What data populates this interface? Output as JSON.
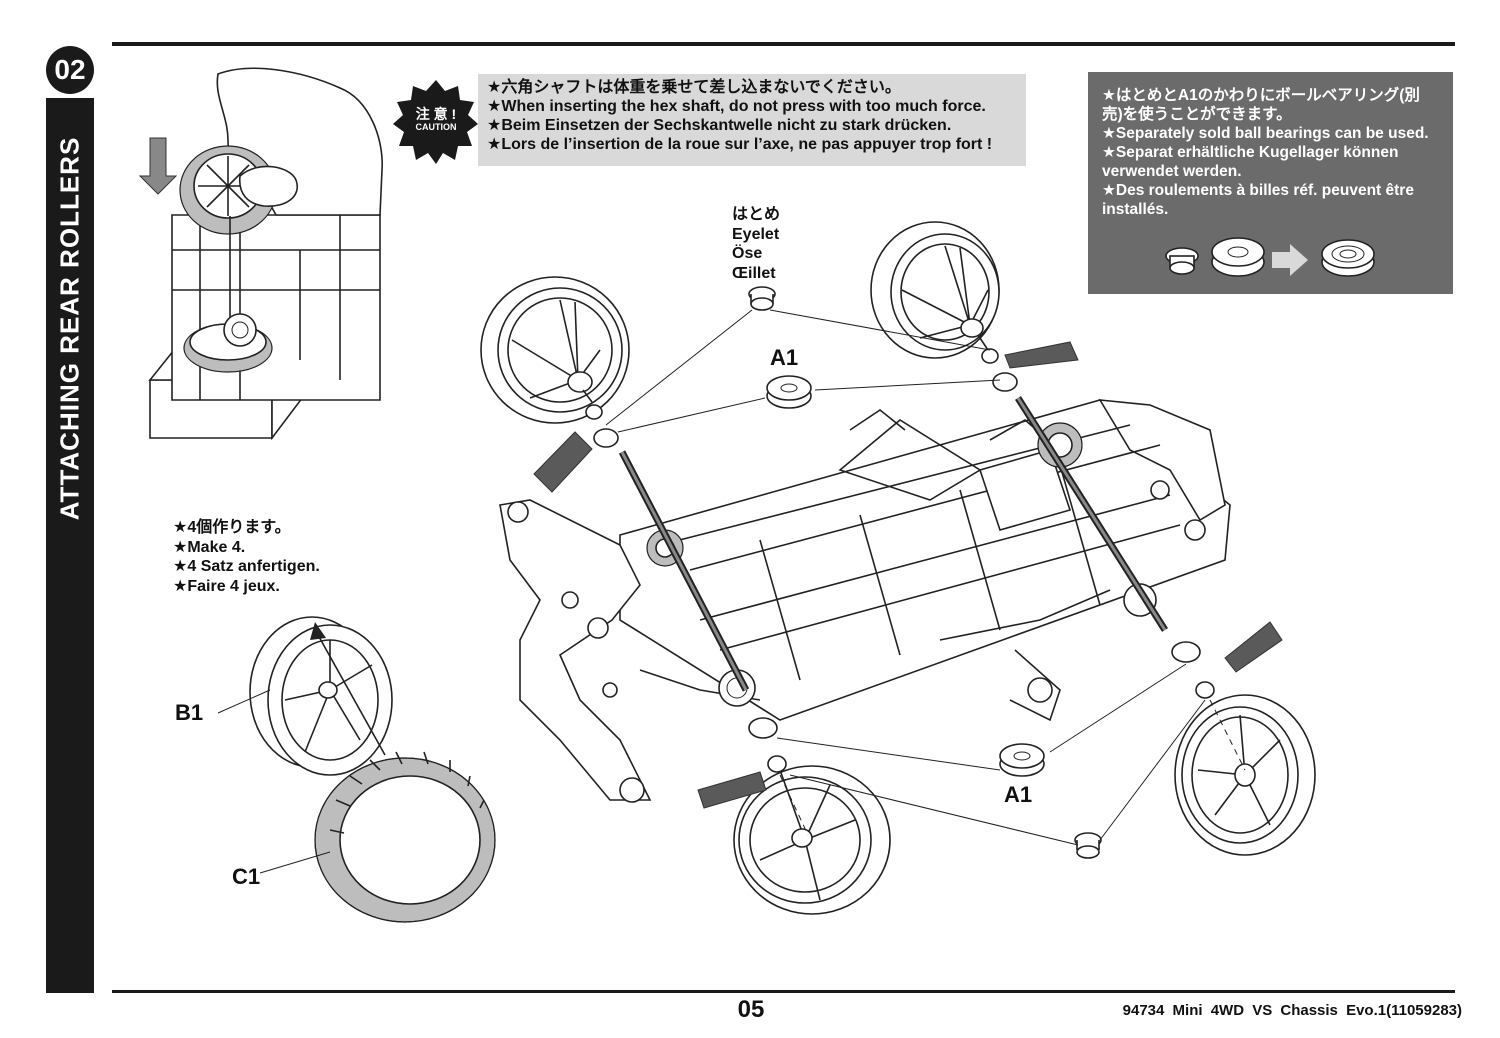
{
  "step_number": "02",
  "step_title": "ATTACHING REAR ROLLERS",
  "caution": {
    "badge_jp": "注 意 !",
    "badge_en": "CAUTION",
    "lines": [
      "★六角シャフトは体重を乗せて差し込まないでください。",
      "★When inserting the hex shaft, do not press with too much force.",
      "★Beim Einsetzen der Sechskantwelle nicht zu stark drücken.",
      "★Lors de l’insertion de la roue sur l’axe, ne pas appuyer trop fort !"
    ]
  },
  "info_box": {
    "lines": [
      "★はとめとA1のかわりにボールベアリング(別売)を使うことができます。",
      "★Separately sold ball bearings can be used.",
      "★Separat erhältliche Kugellager können verwendet werden.",
      "★Des roulements à billes réf. peuvent être installés."
    ]
  },
  "eyelet_label": {
    "lines": [
      "はとめ",
      "Eyelet",
      "Öse",
      "Œillet"
    ]
  },
  "make_note": {
    "lines": [
      "★4個作ります。",
      "★Make 4.",
      "★4 Satz anfertigen.",
      "★Faire 4 jeux."
    ]
  },
  "part_labels": {
    "a1_top": "A1",
    "a1_bottom": "A1",
    "b1": "B1",
    "c1": "C1"
  },
  "page_number": "05",
  "footer_text": "94734 Mini 4WD VS Chassis Evo.1(11059283)"
}
